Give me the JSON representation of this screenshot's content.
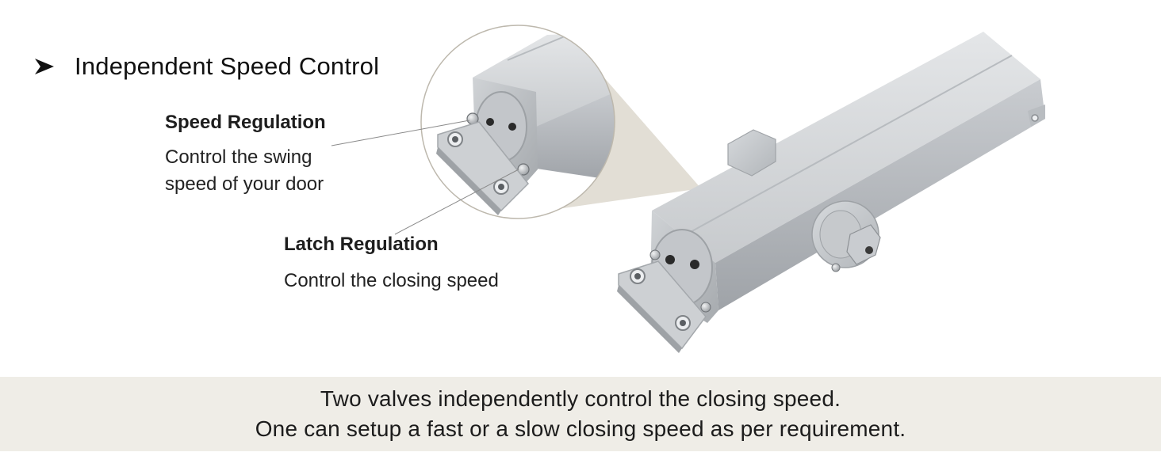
{
  "header": {
    "title": "Independent Speed Control",
    "bullet_icon": "arrow-bullet-icon"
  },
  "features": {
    "speed": {
      "title": "Speed Regulation",
      "description": "Control the swing\nspeed of your door"
    },
    "latch": {
      "title": "Latch Regulation",
      "description": "Control the closing speed"
    }
  },
  "caption": {
    "line1": "Two valves independently control the closing speed.",
    "line2": "One can setup a fast or a slow closing speed as per requirement."
  },
  "colors": {
    "caption_background": "#efede7",
    "product_silver": "#bfc3c6",
    "zoom_callout": "#e2ded5",
    "text": "#1b1b1b"
  },
  "icons": [
    "arrow-bullet-icon",
    "door-closer-image",
    "zoom-callout-circle"
  ]
}
